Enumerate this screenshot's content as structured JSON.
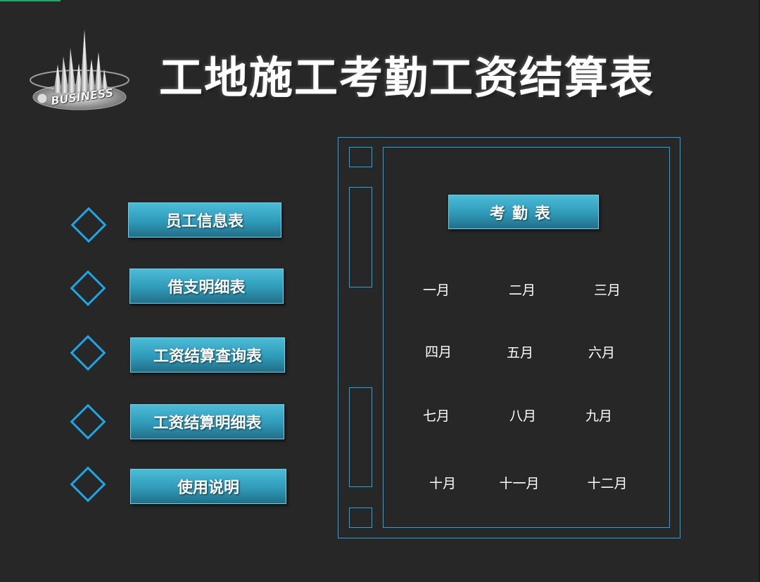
{
  "title": "工地施工考勤工资结算表",
  "logo": {
    "text": "BUSINESS"
  },
  "menu": [
    {
      "label": "员工信息表"
    },
    {
      "label": "借支明细表"
    },
    {
      "label": "工资结算查询表"
    },
    {
      "label": "工资结算明细表"
    },
    {
      "label": "使用说明"
    }
  ],
  "attendance": {
    "header": "考勤表",
    "months": [
      "一月",
      "二月",
      "三月",
      "四月",
      "五月",
      "六月",
      "七月",
      "八月",
      "九月",
      "十月",
      "十一月",
      "十二月"
    ]
  },
  "colors": {
    "background": "#272727",
    "accent": "#1ea6e6",
    "button": "#2f9ab9"
  }
}
